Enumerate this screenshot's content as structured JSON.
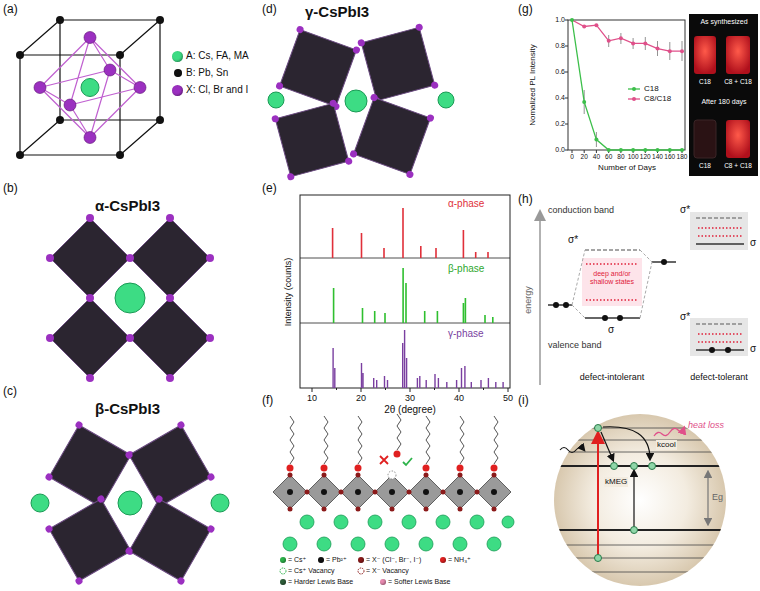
{
  "diagram": {
    "labels": [
      "(a)",
      "(b)",
      "α-CsPbI3",
      "(c)",
      "β-CsPbI3",
      "(d)",
      "γ-CsPbI3",
      "(e)",
      "α-phase",
      "β-phase",
      "γ-phase",
      "Intensity (counts)",
      "10",
      "20",
      "30",
      "40",
      "50",
      "2θ (degree)",
      "(f)",
      "(g)",
      "Nomalized PL Intensity",
      "0.0",
      "0.2",
      "0.4",
      "0.6",
      "0.8",
      "1.0",
      "0",
      "20",
      "40",
      "60",
      "80",
      "100",
      "120",
      "140",
      "160",
      "180",
      "Number of Days",
      "As synthesized",
      "C18",
      "C8 + C18",
      "After 180 days",
      "C18",
      "C8 + C18",
      "(h)",
      "energy",
      "conduction band",
      "σ*",
      "deep and/or shallow states",
      "σ",
      "valence band",
      "defect-intolerant",
      "σ*",
      "σ",
      "σ*",
      "σ",
      "defect-tolerant",
      "(i)",
      "heat loss",
      "kMEG",
      "kcool",
      "Eg"
    ],
    "legend": [
      {
        "text": "A: Cs, FA, MA",
        "color": "#3ddc84"
      },
      {
        "text": "B: Pb, Sn",
        "color": "#111111"
      },
      {
        "text": "X: Cl, Br and I",
        "color": "#9b30c0"
      },
      {
        "text": "= Cs⁺",
        "color": "#2db34a"
      },
      {
        "text": "= Pb²⁺",
        "color": "#111111"
      },
      {
        "text": "= X⁻ (Cl⁻, Br⁻, I⁻)",
        "color": "#8b1a1a"
      },
      {
        "text": "= NH₃⁺",
        "color": "#e02020"
      },
      {
        "text": "= Cs⁺ Vacancy"
      },
      {
        "text": "= X⁻ Vacancy"
      },
      {
        "text": "= Harder Lewis Base",
        "color": "#2e5e3a"
      },
      {
        "text": "= Softer Lewis Base",
        "color": "#e88ab0"
      },
      {
        "text": "C18"
      },
      {
        "text": "C8/C18"
      }
    ]
  }
}
